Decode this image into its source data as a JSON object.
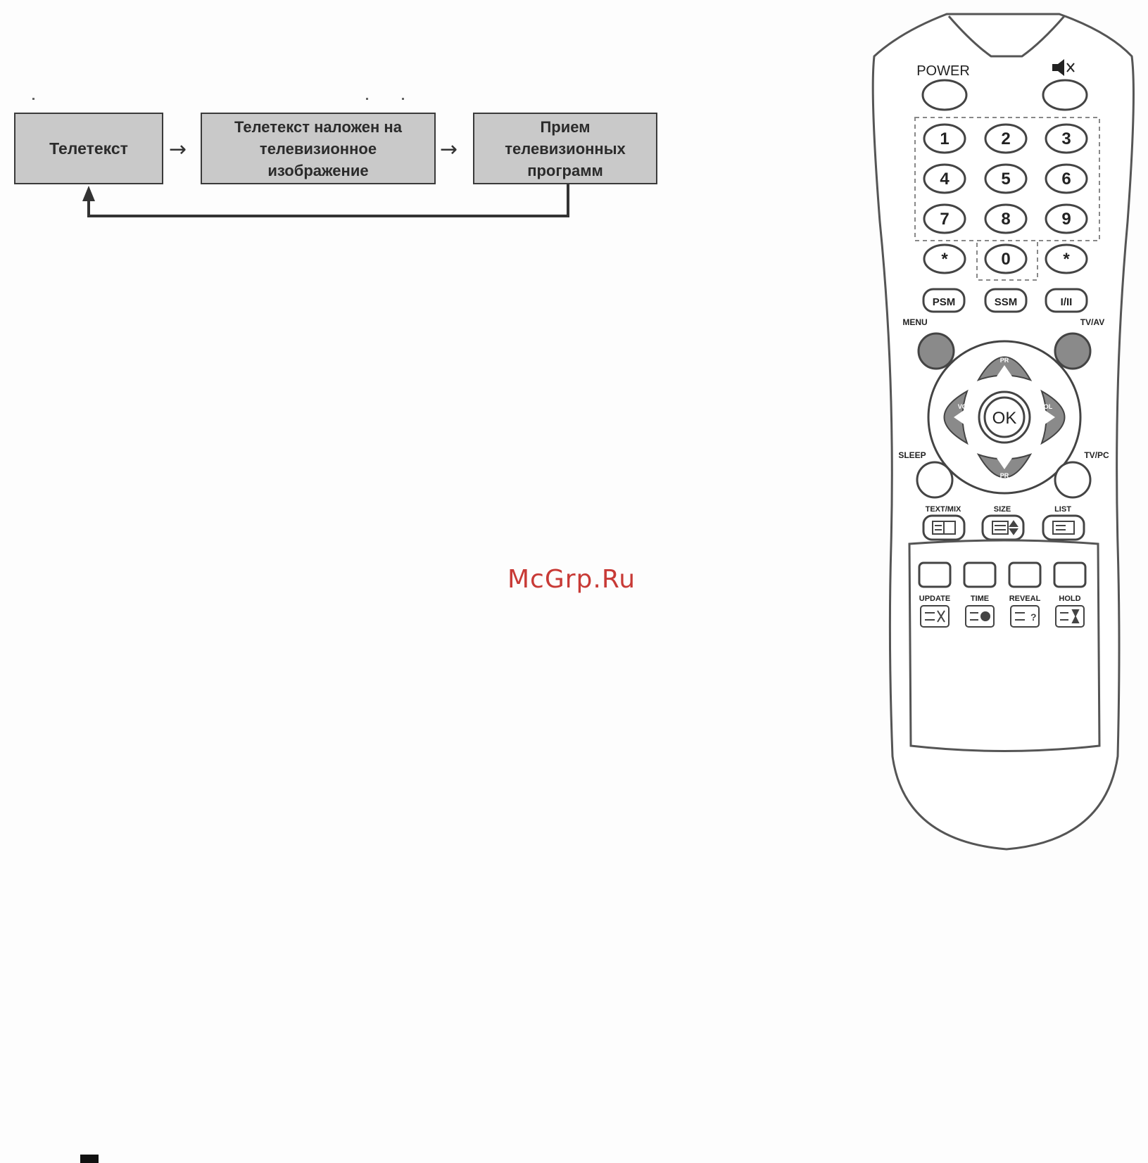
{
  "flow": {
    "box1": "Телетекст",
    "box2": "Телетекст наложен на\nтелевизионное\nизображение",
    "box3": "Прием\nтелевизионных\nпрограмм",
    "arrow": "→"
  },
  "remote": {
    "power": "POWER",
    "digits": [
      "1",
      "2",
      "3",
      "4",
      "5",
      "6",
      "7",
      "8",
      "9"
    ],
    "star": "*",
    "zero": "0",
    "psm": "PSM",
    "ssm": "SSM",
    "i_ii": "I/II",
    "menu": "MENU",
    "tv_av": "TV/AV",
    "ok": "OK",
    "pr": "PR",
    "vol": "VOL",
    "sleep": "SLEEP",
    "tv_pc": "TV/PC",
    "text_mix": "TEXT/MIX",
    "size": "SIZE",
    "list": "LIST",
    "update": "UPDATE",
    "time": "TIME",
    "reveal": "REVEAL",
    "hold": "HOLD"
  },
  "watermark": "McGrp.Ru",
  "colors": {
    "box_fill": "#c9c9c9",
    "outline": "#3a3a3a",
    "button_dark": "#8a8a8a",
    "watermark": "#c83a36"
  }
}
